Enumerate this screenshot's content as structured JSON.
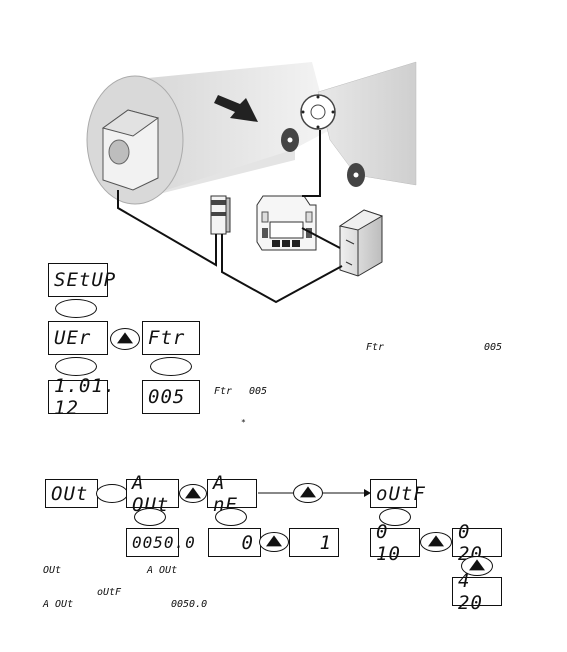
{
  "diagram": {
    "setup_display": "SEtUP",
    "ver_display": "UEr",
    "ftr_display": "Ftr",
    "version_display": "1.01. 12",
    "ftr_value_display": "005",
    "note_ftr_1": "Ftr",
    "note_005_1": "005",
    "note_ftr_2": "Ftr",
    "note_005_2": "005",
    "note_star": "*",
    "out_display": "OUt",
    "a_out_display": "A OUt",
    "a_ne_display": "A nE",
    "outf_display": "oUtF",
    "a_out_value_display": "0050.0",
    "ane_zero_display": "0",
    "ane_one_display": "1",
    "outf_010_display": "0 10",
    "outf_020_display": "0 20",
    "outf_420_display": "4 20",
    "bottom_note_out": "OUt",
    "bottom_note_a_out": "A OUt",
    "bottom_note_outf": "oUtF",
    "bottom_note_a_out_2": "A OUt",
    "bottom_note_value": "0050.0"
  }
}
